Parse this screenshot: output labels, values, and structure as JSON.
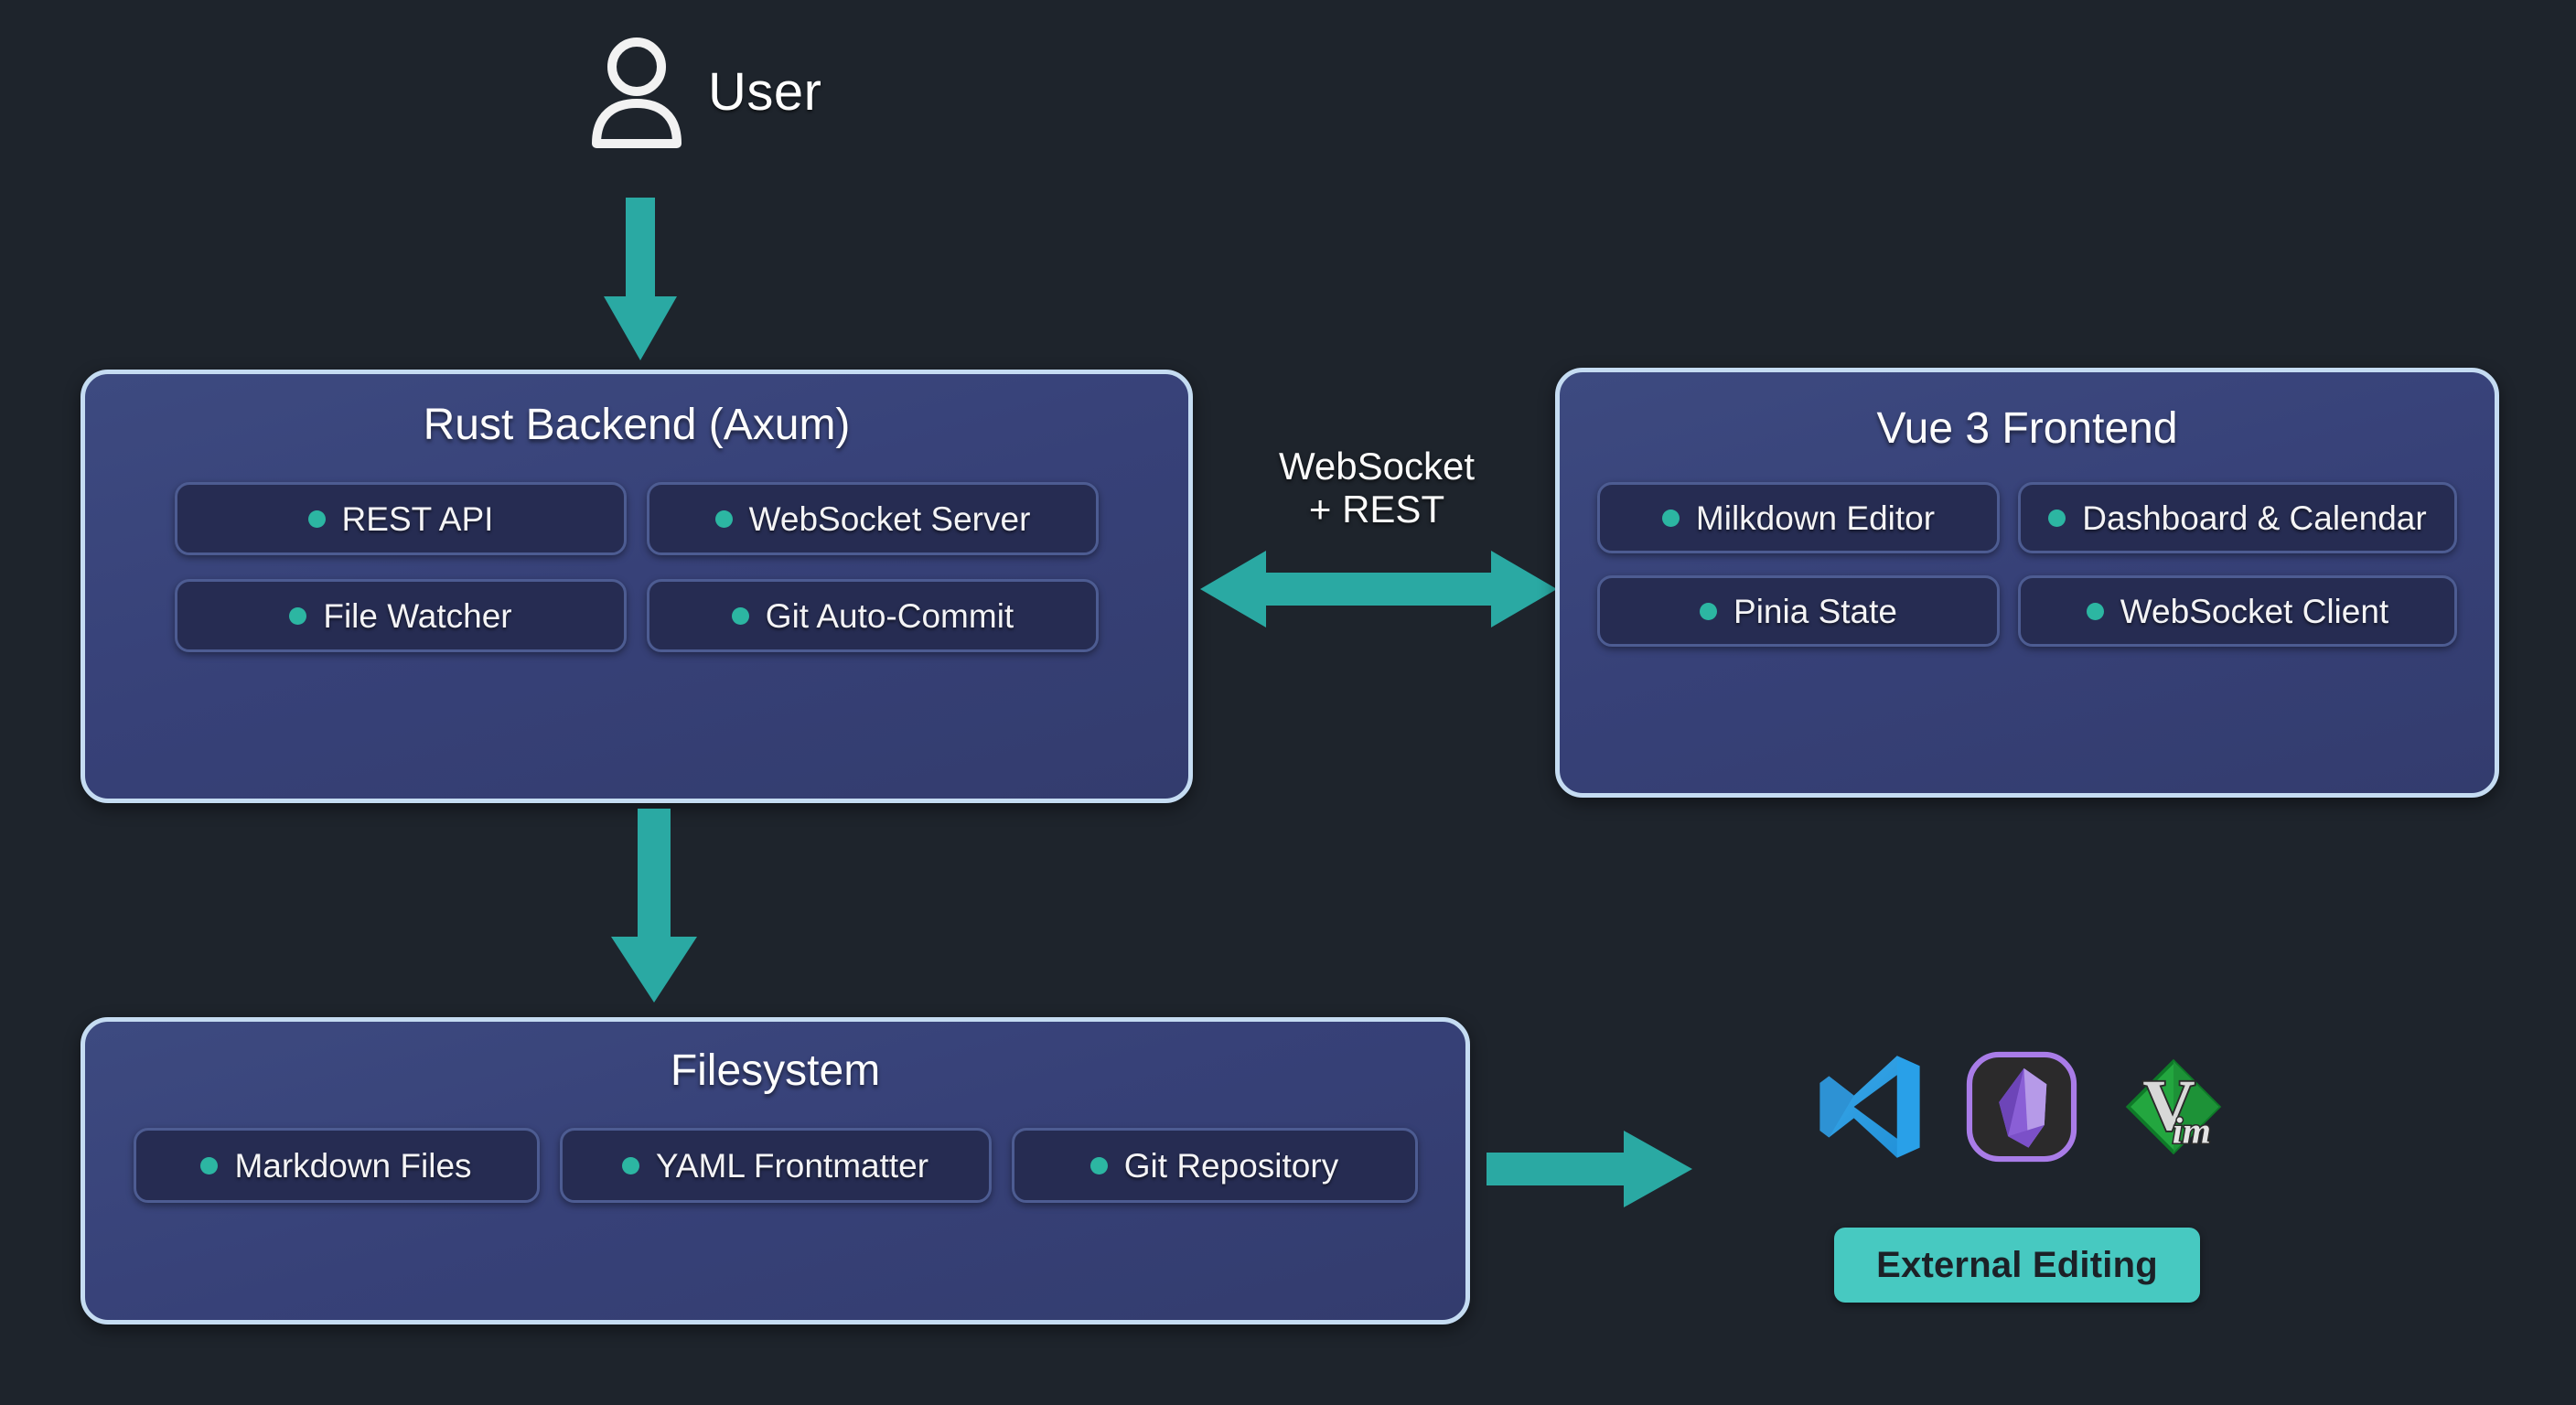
{
  "diagram": {
    "background_color": "#1e242c",
    "accent_teal": "#2aa9a3",
    "box_border_color": "#c5dcf2",
    "box_fill_color": "#39447a",
    "pill_fill_color": "#262c52",
    "bullet_color": "#2cb6a2"
  },
  "user": {
    "label": "User",
    "icon": "user-icon"
  },
  "backend": {
    "title": "Rust Backend (Axum)",
    "items": [
      {
        "label": "REST API"
      },
      {
        "label": "WebSocket Server"
      },
      {
        "label": "File Watcher"
      },
      {
        "label": "Git Auto-Commit"
      }
    ]
  },
  "frontend": {
    "title": "Vue 3 Frontend",
    "items": [
      {
        "label": "Milkdown Editor"
      },
      {
        "label": "Dashboard & Calendar"
      },
      {
        "label": "Pinia State"
      },
      {
        "label": "WebSocket Client"
      }
    ]
  },
  "filesystem": {
    "title": "Filesystem",
    "items": [
      {
        "label": "Markdown Files"
      },
      {
        "label": "YAML Frontmatter"
      },
      {
        "label": "Git Repository"
      }
    ]
  },
  "edges": {
    "user_to_backend": {
      "icon": "arrow-down-icon"
    },
    "backend_to_filesystem": {
      "icon": "arrow-down-icon"
    },
    "backend_frontend": {
      "icon": "arrow-left-right-icon",
      "label_line1": "WebSocket",
      "label_line2": "+ REST"
    },
    "filesystem_to_editors": {
      "icon": "arrow-right-icon"
    }
  },
  "external_editors": {
    "badge_label": "External Editing",
    "logos": [
      {
        "name": "vscode-logo"
      },
      {
        "name": "obsidian-logo"
      },
      {
        "name": "vim-logo"
      }
    ]
  }
}
